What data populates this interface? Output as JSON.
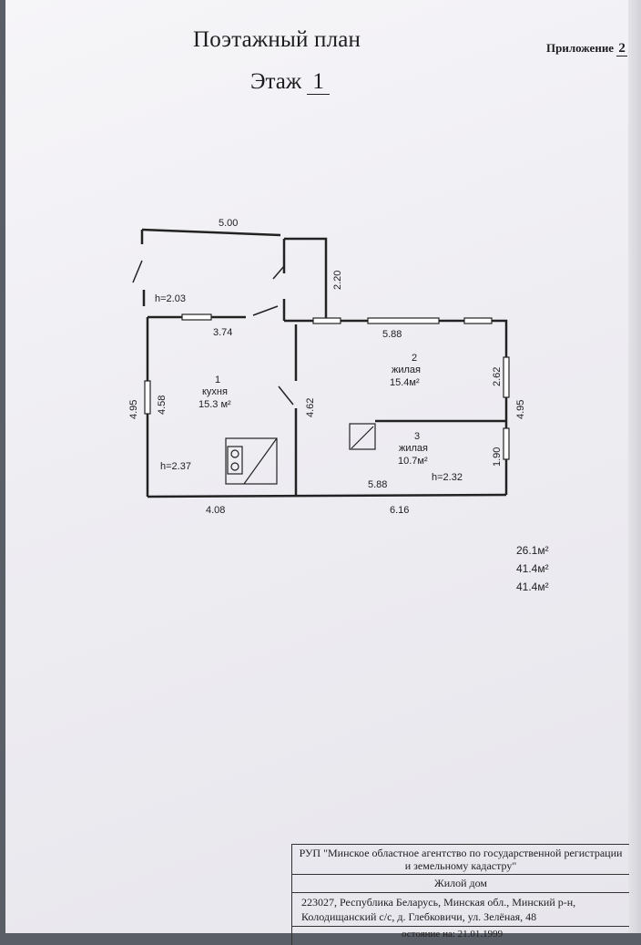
{
  "header": {
    "title": "Поэтажный план",
    "floor_label": "Этаж",
    "floor_number": "1",
    "appendix_label": "Приложение",
    "appendix_number": "2"
  },
  "plan": {
    "dimensions": {
      "top_width": "5.00",
      "porch_height": "2.20",
      "ceiling_hall": "h=2.03",
      "kitchen_top": "3.74",
      "room2_top": "5.88",
      "left_outer": "4.95",
      "left_inner": "4.58",
      "partition": "4.62",
      "room2_right": "2.62",
      "right_outer": "4.95",
      "room3_right": "1.90",
      "kitchen_ceiling": "h=2.37",
      "room3_bottom": "5.88",
      "room3_ceiling": "h=2.32",
      "bottom_left": "4.08",
      "bottom_right": "6.16"
    },
    "rooms": [
      {
        "number": "1",
        "name": "кухня",
        "area": "15.3",
        "unit": "м²"
      },
      {
        "number": "2",
        "name": "жилая",
        "area": "15.4",
        "unit": "м²"
      },
      {
        "number": "3",
        "name": "жилая",
        "area": "10.7",
        "unit": "м²"
      }
    ]
  },
  "areas": [
    "26.1м²",
    "41.4м²",
    "41.4м²"
  ],
  "stamp": {
    "organization": "РУП \"Минское областное агентство по государственной регистрации и земельному кадастру\"",
    "object": "Жилой дом",
    "address": "223027, Республика Беларусь, Минская обл., Минский р-н, Колодищанский с/с, д. Глебковичи, ул. Зелёная, 48",
    "date_partial": "остояние на: 21.01.1999"
  }
}
